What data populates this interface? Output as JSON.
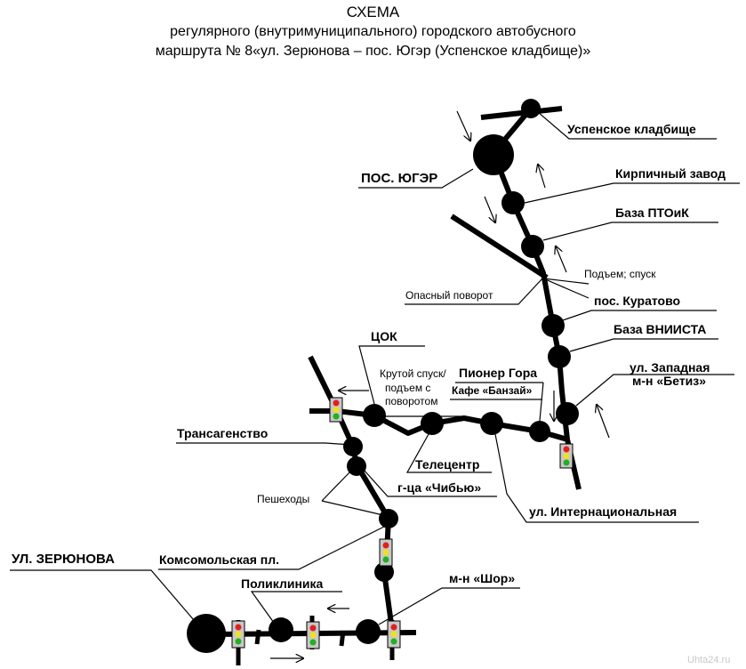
{
  "title": {
    "line1": "СХЕМА",
    "line2": "регулярного (внутримуниципального) городского автобусного",
    "line3": "маршрута № 8«ул. Зерюнова –  пос. Югэр (Успенское кладбище)»"
  },
  "stops": {
    "uspenskoe": "Успенское кладбище",
    "ugar": "ПОС. ЮГЭР",
    "kirpich": "Кирпичный завод",
    "ptoik": "База ПТОиК",
    "kuratovo": "пос. Куратово",
    "vniista": "База ВНИИСТА",
    "zapadnaya1": "ул. Западная",
    "zapadnaya2": "м-н «Бетиз»",
    "pioner": "Пионер Гора",
    "kafe": "Кафе «Банзай»",
    "tsok": "ЦОК",
    "transagent": "Трансагенство",
    "telecentr": "Телецентр",
    "chibyu": "г-ца «Чибью»",
    "international": "ул. Интернациональная",
    "zeryunova": "УЛ. ЗЕРЮНОВА",
    "komsomol": "Комсомольская пл.",
    "poliklinika": "Поликлиника",
    "shor": "м-н «Шор»"
  },
  "notes": {
    "podem": "Подъем; спуск",
    "opasny": "Опасный поворот",
    "krutoy1": "Крутой спуск/",
    "krutoy2": "подъем с",
    "krutoy3": "поворотом",
    "peshehody": "Пешеходы"
  },
  "watermark": "Uhta24.ru",
  "colors": {
    "route": "#000000",
    "traffic_red": "#e02020",
    "traffic_yellow": "#f0e020",
    "traffic_green": "#20b020",
    "traffic_body": "#c8c8c8"
  }
}
